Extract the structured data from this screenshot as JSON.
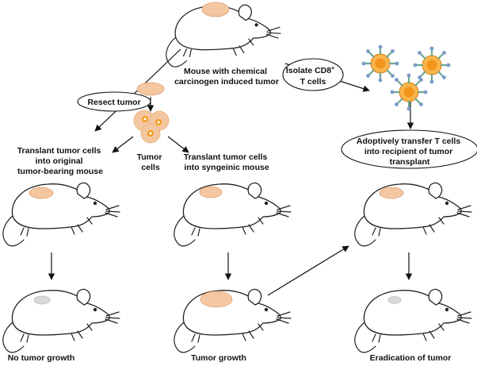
{
  "labels": {
    "source_mouse": [
      "Mouse with chemical",
      "carcinogen induced tumor"
    ],
    "resect": "Resect tumor",
    "tumor_cells": [
      "Tumor",
      "cells"
    ],
    "isolate": [
      "Isolate CD8",
      "+",
      "T cells"
    ],
    "transplant_original": [
      "Translant tumor cells",
      "into original",
      "tumor-bearing mouse"
    ],
    "transplant_syngeneic": [
      "Translant tumor cells",
      "into syngeinic mouse"
    ],
    "adoptive": [
      "Adoptively transfer T cells",
      "into recipient of tumor",
      "transplant"
    ],
    "outcome_left": "No tumor growth",
    "outcome_middle": "Tumor growth",
    "outcome_right": "Eradication of tumor"
  },
  "colors": {
    "tumor": "#f4c7a1",
    "tumor_stroke": "#e0a070",
    "tumor_residual": "#d9d9d9",
    "cell_core": "#f29b1f",
    "antibody_stem": "#6ba88e",
    "antibody_tip": "#7a9bc9"
  },
  "icons": {
    "mouse": "mouse-icon",
    "tcell": "t-cell-icon",
    "tumor_cell": "tumor-cell-icon"
  }
}
